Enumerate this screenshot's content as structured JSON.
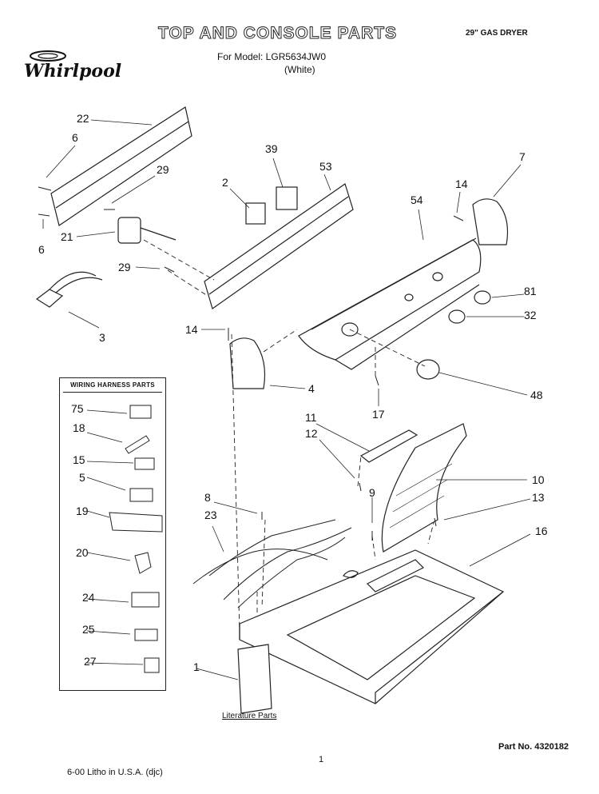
{
  "header": {
    "title": "TOP AND CONSOLE PARTS",
    "model_line": "For Model: LGR5634JW0",
    "color_line": "(White)",
    "product": "29\" GAS DRYER",
    "brand": "Whirlpool"
  },
  "harness_box": {
    "title": "WIRING HARNESS PARTS",
    "items": [
      "75",
      "18",
      "15",
      "5",
      "19",
      "20",
      "24",
      "25",
      "27"
    ]
  },
  "callouts": {
    "c22": "22",
    "c6a": "6",
    "c29a": "29",
    "c21": "21",
    "c6b": "6",
    "c29b": "29",
    "c3": "3",
    "c39": "39",
    "c2": "2",
    "c53": "53",
    "c54": "54",
    "c14a": "14",
    "c7": "7",
    "c81": "81",
    "c32": "32",
    "c48": "48",
    "c14b": "14",
    "c4": "4",
    "c17": "17",
    "c11": "11",
    "c12": "12",
    "c10": "10",
    "c8": "8",
    "c9": "9",
    "c13": "13",
    "c23": "23",
    "c16": "16",
    "c1": "1"
  },
  "footer": {
    "literature": "Literature Parts",
    "page_number": "1",
    "part_no": "Part No. 4320182",
    "print_line": "6-00 Litho in U.S.A. (djc)"
  }
}
